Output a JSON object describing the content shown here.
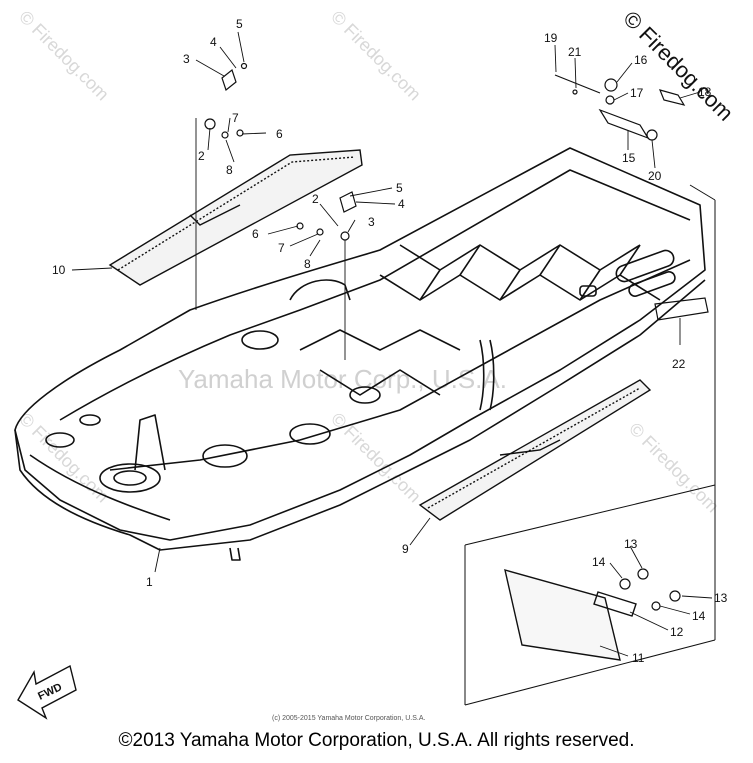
{
  "watermarks": {
    "site": "© Firedog.com",
    "center": "Yamaha Motor Corp., U.S.A."
  },
  "corner_brand": "© Firedog.com",
  "fwd_label": "FWD",
  "small_copyright": "(c) 2005-2015 Yamaha Motor Corporation, U.S.A.",
  "footer_copyright": "©2013 Yamaha Motor Corporation, U.S.A. All rights reserved.",
  "callouts": {
    "c1": "1",
    "c2a": "2",
    "c2b": "2",
    "c3a": "3",
    "c3b": "3",
    "c4a": "4",
    "c4b": "4",
    "c5a": "5",
    "c5b": "5",
    "c6a": "6",
    "c6b": "6",
    "c7a": "7",
    "c7b": "7",
    "c8a": "8",
    "c8b": "8",
    "c9": "9",
    "c10": "10",
    "c11": "11",
    "c12": "12",
    "c13a": "13",
    "c13b": "13",
    "c14a": "14",
    "c14b": "14",
    "c15": "15",
    "c16": "16",
    "c17": "17",
    "c18": "18",
    "c19": "19",
    "c20": "20",
    "c21": "21",
    "c22": "22"
  }
}
